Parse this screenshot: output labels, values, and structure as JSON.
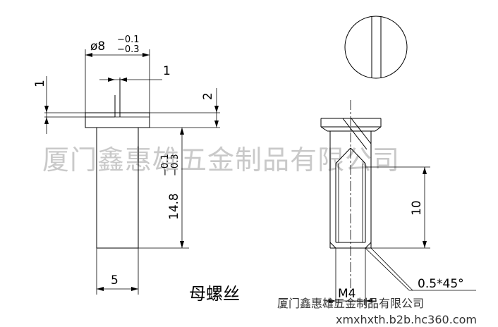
{
  "watermark": "厦门鑫惠雄五金制品有限公司",
  "title": "母螺丝",
  "footer": {
    "company": "厦门鑫惠雄五金制品有限公司",
    "url": "xmxhxth.b2b.hc360.com"
  },
  "dimensions": {
    "head_diameter_prefix": "ø8",
    "head_diameter_upper_tol": "−0.1",
    "head_diameter_lower_tol": "−0.3",
    "slot_width": "1",
    "slot_depth": "1",
    "head_height": "2",
    "length_main": "14.8",
    "length_upper_tol": "−0.1",
    "length_lower_tol": "−0.3",
    "shank_diameter": "5",
    "thread_depth": "10",
    "chamfer": "0.5*45°",
    "thread": "M4"
  }
}
